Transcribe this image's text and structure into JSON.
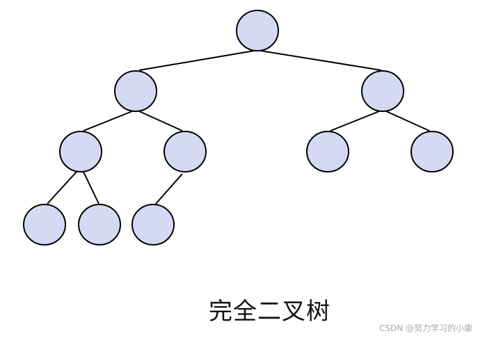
{
  "diagram": {
    "caption": "完全二叉树",
    "watermark": "CSDN @努力学习的小康",
    "node_fill": "#d5d9f3",
    "node_stroke": "#000000",
    "edge_color": "#000000",
    "nodes": [
      {
        "id": "n0",
        "level": 0
      },
      {
        "id": "n1",
        "level": 1
      },
      {
        "id": "n2",
        "level": 1
      },
      {
        "id": "n3",
        "level": 2
      },
      {
        "id": "n4",
        "level": 2
      },
      {
        "id": "n5",
        "level": 2
      },
      {
        "id": "n6",
        "level": 2
      },
      {
        "id": "n7",
        "level": 3
      },
      {
        "id": "n8",
        "level": 3
      },
      {
        "id": "n9",
        "level": 3
      }
    ],
    "edges": [
      [
        "n0",
        "n1"
      ],
      [
        "n0",
        "n2"
      ],
      [
        "n1",
        "n3"
      ],
      [
        "n1",
        "n4"
      ],
      [
        "n2",
        "n5"
      ],
      [
        "n2",
        "n6"
      ],
      [
        "n3",
        "n7"
      ],
      [
        "n3",
        "n8"
      ],
      [
        "n4",
        "n9"
      ]
    ]
  }
}
